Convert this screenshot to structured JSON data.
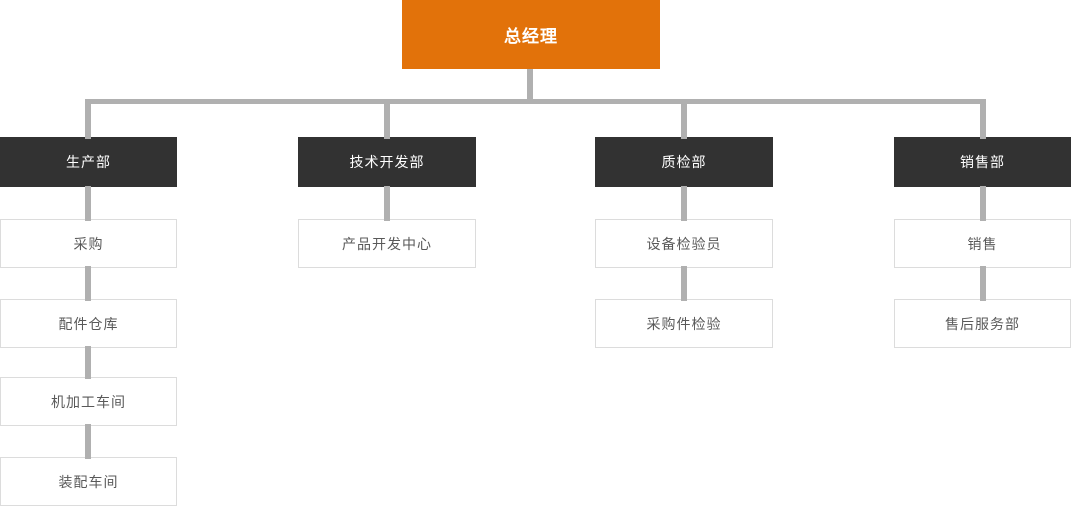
{
  "org_chart": {
    "title_node": {
      "label": "总经理"
    },
    "departments": [
      {
        "label": "生产部",
        "children": [
          {
            "label": "采购"
          },
          {
            "label": "配件仓库"
          },
          {
            "label": "机加工车间"
          },
          {
            "label": "装配车间"
          }
        ]
      },
      {
        "label": "技术开发部",
        "children": [
          {
            "label": "产品开发中心"
          }
        ]
      },
      {
        "label": "质检部",
        "children": [
          {
            "label": "设备检验员"
          },
          {
            "label": "采购件检验"
          }
        ]
      },
      {
        "label": "销售部",
        "children": [
          {
            "label": "销售"
          },
          {
            "label": "售后服务部"
          }
        ]
      }
    ],
    "colors": {
      "root_background": "#E2720A",
      "department_background": "#323232",
      "leaf_border": "#DCDCDC",
      "leaf_text": "#595959",
      "connector_line": "#B0B0B0",
      "root_text": "#FFFFFF",
      "department_text": "#FFFFFF",
      "page_background": "#FFFFFF"
    }
  }
}
